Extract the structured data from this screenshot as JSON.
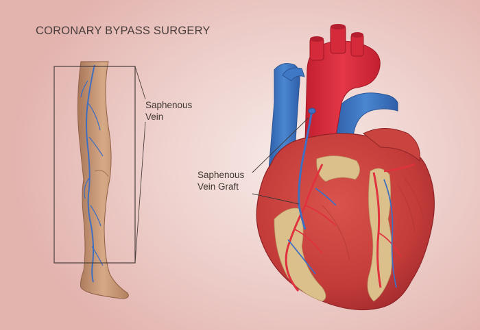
{
  "diagram": {
    "title": "CORONARY BYPASS SURGERY",
    "labels": {
      "vein_line1": "Saphenous",
      "vein_line2": "Vein",
      "graft_line1": "Saphenous",
      "graft_line2": "Vein Graft"
    }
  },
  "colors": {
    "artery_red": "#d42a3a",
    "vein_blue": "#3f78c4",
    "heart_muscle": "#c8433f",
    "fat_yellow": "#dcc08c",
    "skin": "#c99a78"
  }
}
